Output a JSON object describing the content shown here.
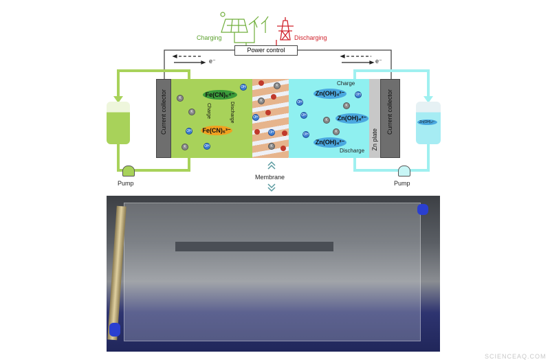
{
  "diagram": {
    "charging_label": "Charging",
    "discharging_label": "Discharging",
    "power_control_label": "Power control",
    "electron_label_left": "e⁻",
    "electron_label_right": "e⁻",
    "left_collector_label": "Current collector",
    "right_collector_label": "Current collector",
    "zn_plate_label": "Zn plate",
    "fe_cn_4_label": "Fe(CN)₆⁴⁻",
    "fe_cn_3_label": "Fe(CN)₆³⁻",
    "charge_label_left": "Charge",
    "discharge_label_left": "Discharge",
    "zn_oh_labels": [
      "Zn(OH)₄²⁻",
      "Zn(OH)₄²⁻",
      "Zn(OH)₄²⁻"
    ],
    "tank_right_label": "Zn(OH)₄²⁻",
    "charge_label_right": "Charge",
    "discharge_label_right": "Discharge",
    "membrane_label": "Membrane",
    "pump_left_label": "Pump",
    "pump_right_label": "Pump",
    "ion_k": "K",
    "ion_oh": "OH",
    "colors": {
      "catholyte": "#a8d25a",
      "anolyte": "#8ff0f0",
      "charging": "#5aa02c",
      "discharging": "#d0202a",
      "collector": "#6e6e6e",
      "membrane": "#e6b48c"
    }
  },
  "photo": {
    "description_visible": false
  },
  "watermark": "SCIENCEAQ.COM"
}
